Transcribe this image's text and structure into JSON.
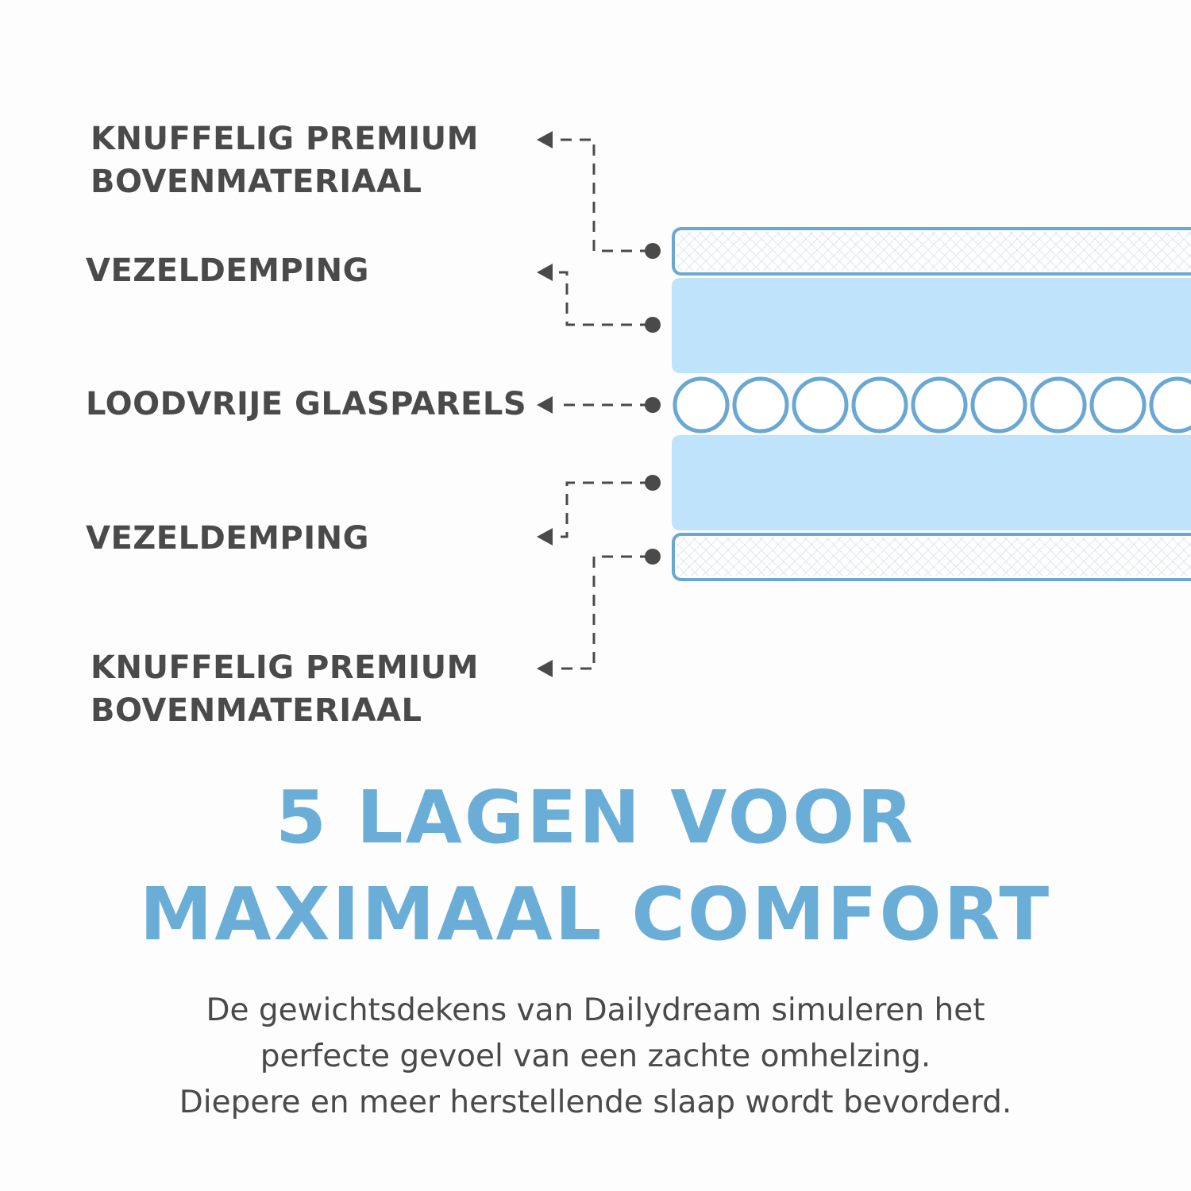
{
  "labels": {
    "top_line1": "KNUFFELIG PREMIUM",
    "top_line2": "BOVENMATERIAAL",
    "fiber_top": "VEZELDEMPING",
    "beads": "LOODVRIJE GLASPARELS",
    "fiber_bottom": "VEZELDEMPING",
    "bottom_line1": "KNUFFELIG PREMIUM",
    "bottom_line2": "BOVENMATERIAAL"
  },
  "headline": {
    "line1": "5 LAGEN VOOR",
    "line2": "MAXIMAAL COMFORT"
  },
  "description": {
    "line1": "De gewichtsdekens van Dailydream simuleren het",
    "line2": "perfecte gevoel van een zachte omhelzing.",
    "line3": "Diepere en meer herstellende slaap wordt bevorderd."
  },
  "colors": {
    "accent_blue": "#6aaed8",
    "layer_light_blue": "#bfe3fb",
    "outline_blue": "#6aa8d3",
    "text_dark": "#4a4a4a",
    "connector": "#4a4a4a"
  },
  "layer_count": 5
}
